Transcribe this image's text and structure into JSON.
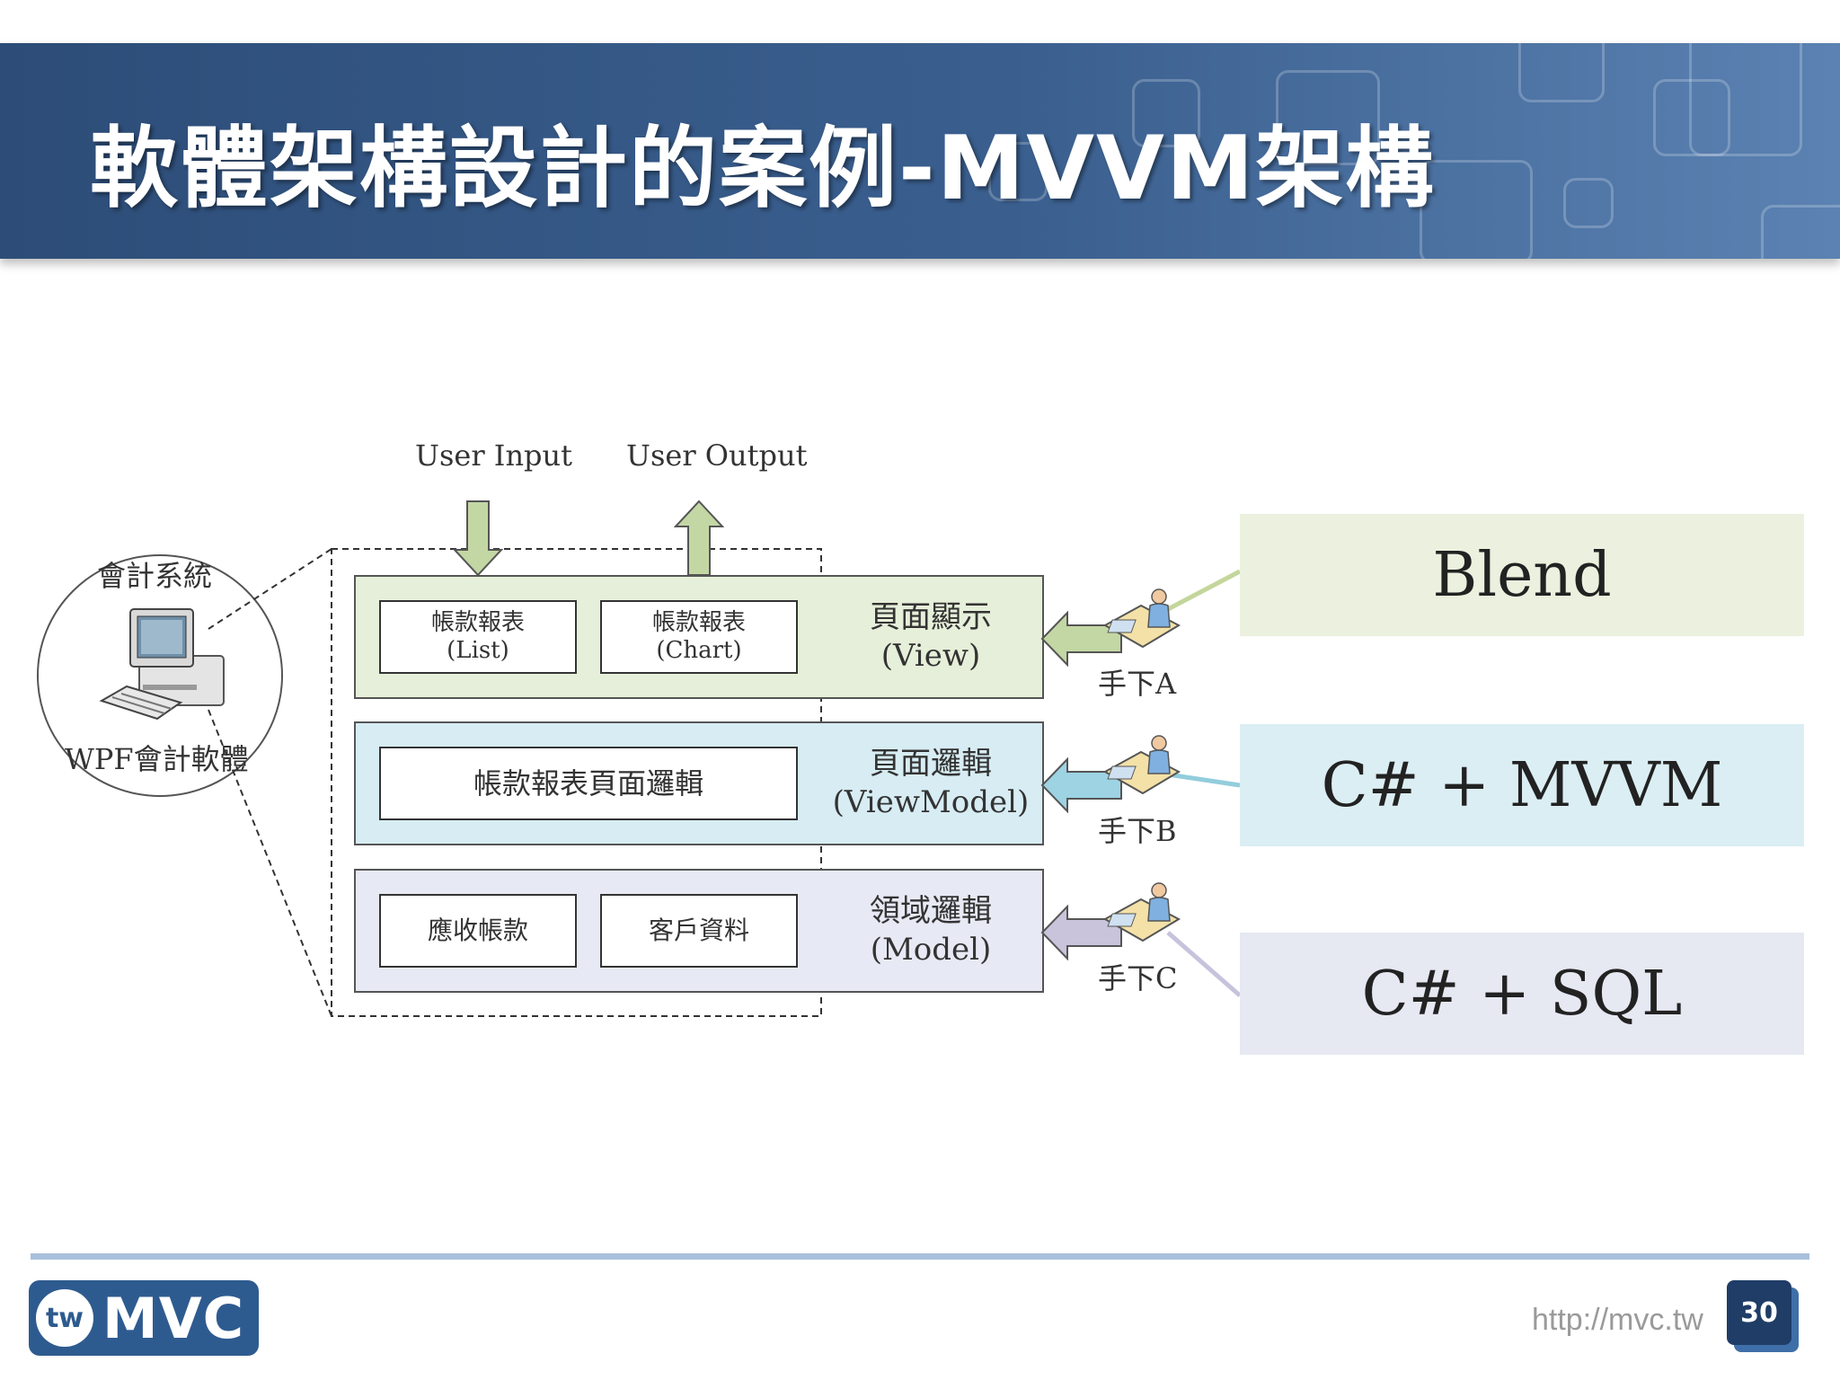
{
  "slide": {
    "title": "軟體架構設計的案例-MVVM架構",
    "footer_url": "http://mvc.tw",
    "page_number": "30",
    "logo": {
      "badge": "tw",
      "text": "MVC"
    }
  },
  "diagram": {
    "system": {
      "top_label": "會計系統",
      "bottom_label": "WPF會計軟體"
    },
    "io": {
      "input": "User Input",
      "output": "User Output"
    },
    "layers": [
      {
        "boxes": [
          {
            "line1": "帳款報表",
            "line2": "(List)"
          },
          {
            "line1": "帳款報表",
            "line2": "(Chart)"
          }
        ],
        "label_zh": "頁面顯示",
        "label_en": "(View)",
        "fill": "#e6efd9",
        "arrow_color": "#c3d7a4"
      },
      {
        "boxes": [
          {
            "line1": "帳款報表頁面邏輯"
          }
        ],
        "label_zh": "頁面邏輯",
        "label_en": "(ViewModel)",
        "fill": "#d7ecf3",
        "arrow_color": "#9dd3e3"
      },
      {
        "boxes": [
          {
            "line1": "應收帳款"
          },
          {
            "line1": "客戶資料"
          }
        ],
        "label_zh": "領域邏輯",
        "label_en": "(Model)",
        "fill": "#e7e9f4",
        "arrow_color": "#c9c3dc"
      }
    ],
    "workers": [
      "手下A",
      "手下B",
      "手下C"
    ],
    "tools": [
      {
        "label": "Blend",
        "fill": "#ebf1de",
        "line_color": "#c3d69b"
      },
      {
        "label": "C# + MVVM",
        "fill": "#dbeef3",
        "line_color": "#92cddc"
      },
      {
        "label": "C# + SQL",
        "fill": "#e6e8f2",
        "line_color": "#c6c3dc"
      }
    ]
  }
}
